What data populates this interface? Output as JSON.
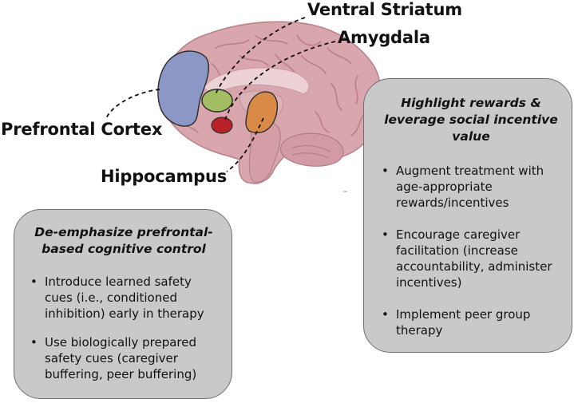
{
  "labels": {
    "ventral_striatum": "Ventral Striatum",
    "amygdala": "Amygdala",
    "prefrontal_cortex": "Prefrontal Cortex",
    "hippocampus": "Hippocampus"
  },
  "left_box": {
    "title": "De-emphasize prefrontal-based cognitive control",
    "items": [
      "Introduce learned safety cues (i.e., conditioned inhibition) early in therapy",
      "Use biologically prepared safety cues (caregiver buffering, peer buffering)"
    ]
  },
  "right_box": {
    "title": "Highlight rewards & leverage social incentive value",
    "items": [
      "Augment treatment with age-appropriate rewards/incentives",
      "Encourage caregiver facilitation (increase accountability, administer incentives)",
      "Implement peer group therapy"
    ]
  },
  "colors": {
    "prefrontal_cortex": "#8d97c6",
    "ventral_striatum": "#a2bd62",
    "amygdala": "#ba2128",
    "hippocampus": "#d98a47",
    "brain": "#d9a6ae",
    "box_fill": "#c9c9c9"
  }
}
